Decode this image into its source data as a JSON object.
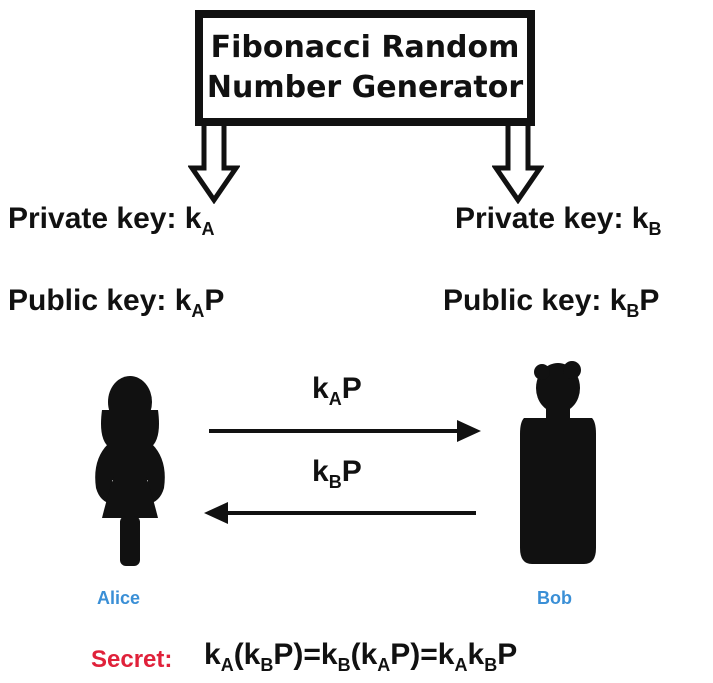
{
  "generator": {
    "line1": "Fibonacci Random",
    "line2": "Number Generator"
  },
  "alice": {
    "name": "Alice",
    "private_label": "Private key: ",
    "private_var": "k",
    "private_sub": "A",
    "public_label": "Public key: ",
    "public_var": "k",
    "public_sub": "A",
    "public_suffix": "P"
  },
  "bob": {
    "name": "Bob",
    "private_label": "Private key: ",
    "private_var": "k",
    "private_sub": "B",
    "public_label": "Public key: ",
    "public_var": "k",
    "public_sub": "B",
    "public_suffix": "P"
  },
  "messages": {
    "to_bob": {
      "var": "k",
      "sub": "A",
      "suffix": "P"
    },
    "to_alice": {
      "var": "k",
      "sub": "B",
      "suffix": "P"
    }
  },
  "secret": {
    "label": "Secret:",
    "p1": "k",
    "s1": "A",
    "p2": "(k",
    "s2": "B",
    "p3": "P)=k",
    "s3": "B",
    "p4": "(k",
    "s4": "A",
    "p5": "P)=k",
    "s5": "A",
    "p6": "k",
    "s6": "B",
    "p7": "P"
  },
  "colors": {
    "person_name": "#3a8fd6",
    "secret_label": "#e0213a",
    "ink": "#111111"
  }
}
